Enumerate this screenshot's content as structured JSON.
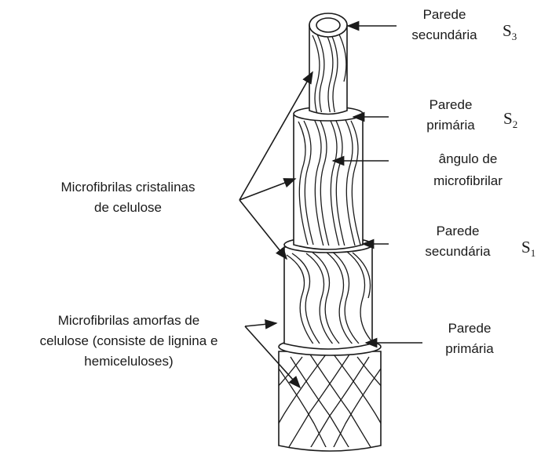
{
  "labels": {
    "s3_wall_line1": "Parede",
    "s3_wall_line2": "secundária",
    "s3_symbol": "S",
    "s3_symbol_sub": "3",
    "s2_wall_line1": "Parede",
    "s2_wall_line2": "primária",
    "s2_symbol": "S",
    "s2_symbol_sub": "2",
    "angle_line1": "ângulo de",
    "angle_line2": "microfibrilar",
    "s1_wall_line1": "Parede",
    "s1_wall_line2": "secundária",
    "s1_symbol": "S",
    "s1_symbol_sub": "1",
    "primary_line1": "Parede",
    "primary_line2": "primária",
    "crystalline_line1": "Microfibrilas cristalinas",
    "crystalline_line2": "de celulose",
    "amorphous_line1": "Microfibrilas amorfas de",
    "amorphous_line2": "celulose (consiste de lignina e",
    "amorphous_line3": "hemiceluloses)"
  }
}
